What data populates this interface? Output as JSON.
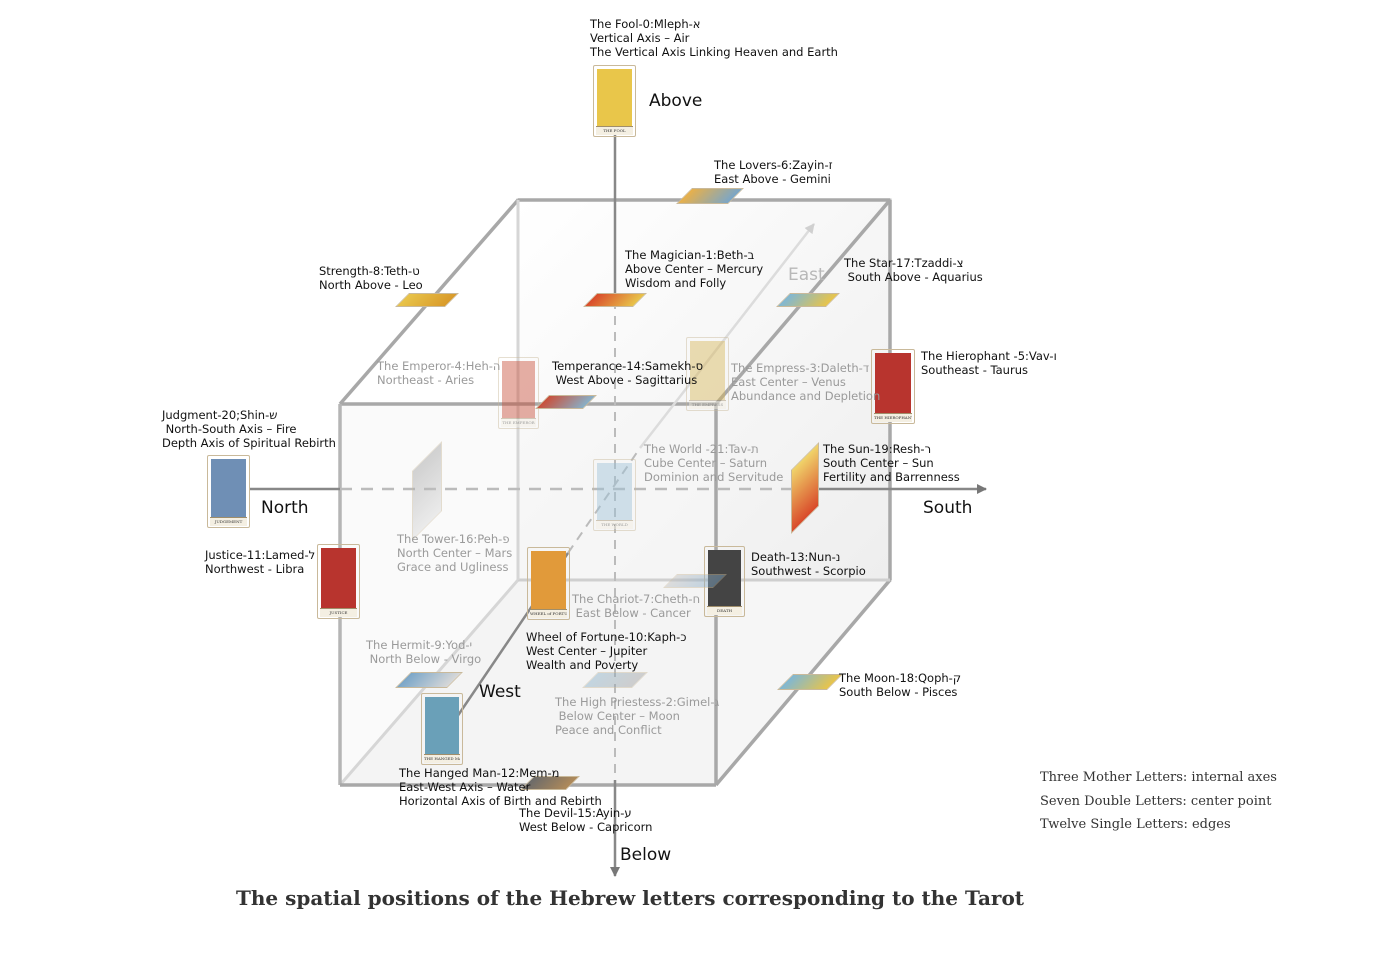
{
  "title": "The spatial positions of the Hebrew letters corresponding to the Tarot",
  "legend": [
    "Three Mother Letters: internal axes",
    "Seven Double Letters: center point",
    "Twelve Single Letters: edges"
  ],
  "directions": {
    "above": "Above",
    "below": "Below",
    "north": "North",
    "south": "South",
    "east": "East",
    "west": "West"
  },
  "labels": {
    "fool": {
      "lines": [
        "The Fool-0:Mleph-א",
        "Vertical Axis – Air",
        "The Vertical Axis Linking Heaven and Earth"
      ],
      "faint": false
    },
    "lovers": {
      "lines": [
        "The Lovers-6:Zayin-ז",
        "East Above - Gemini"
      ],
      "faint": false
    },
    "strength": {
      "lines": [
        "Strength-8:Teth-ט",
        "North Above - Leo"
      ],
      "faint": false
    },
    "magician": {
      "lines": [
        "The Magician-1:Beth-ב",
        "Above Center – Mercury",
        "Wisdom and Folly"
      ],
      "faint": false
    },
    "star": {
      "lines": [
        "The Star-17:Tzaddi-צ",
        " South Above - Aquarius"
      ],
      "faint": false
    },
    "emperor": {
      "lines": [
        "The Emperor-4:Heh-ה",
        "Northeast - Aries"
      ],
      "faint": true
    },
    "temperance": {
      "lines": [
        "Temperance-14:Samekh-ס",
        " West Above - Sagittarius"
      ],
      "faint": false
    },
    "empress": {
      "lines": [
        "The Empress-3:Daleth-ד",
        "East Center – Venus",
        "Abundance and Depletion"
      ],
      "faint": true
    },
    "hierophant": {
      "lines": [
        "The Hierophant -5:Vav-ו",
        "Southeast - Taurus"
      ],
      "faint": false
    },
    "judgment": {
      "lines": [
        "Judgment-20;Shin-ש",
        " North-South Axis – Fire",
        "Depth Axis of Spiritual Rebirth"
      ],
      "faint": false
    },
    "world": {
      "lines": [
        "The World -21:Tav-ת",
        "Cube Center – Saturn",
        "Dominion and Servitude"
      ],
      "faint": true
    },
    "sun": {
      "lines": [
        "The Sun-19:Resh-ר",
        "South Center – Sun",
        "Fertility and Barrenness"
      ],
      "faint": false
    },
    "tower": {
      "lines": [
        "The Tower-16:Peh-פ",
        "North Center – Mars",
        "Grace and Ugliness"
      ],
      "faint": true
    },
    "justice": {
      "lines": [
        "Justice-11:Lamed-ל",
        "Northwest - Libra"
      ],
      "faint": false
    },
    "death": {
      "lines": [
        "Death-13:Nun-נ",
        "Southwest - Scorpio"
      ],
      "faint": false
    },
    "chariot": {
      "lines": [
        "The Chariot-7:Cheth-ח",
        " East Below - Cancer"
      ],
      "faint": true
    },
    "wheel": {
      "lines": [
        "Wheel of Fortune-10:Kaph-כ",
        "West Center – Jupiter",
        "Wealth and Poverty"
      ],
      "faint": false
    },
    "hermit": {
      "lines": [
        "The Hermit-9:Yod-י",
        " North Below - Virgo"
      ],
      "faint": true
    },
    "priestess": {
      "lines": [
        "The High Priestess-2:Gimel-ג",
        " Below Center – Moon",
        "Peace and Conflict"
      ],
      "faint": true
    },
    "moon": {
      "lines": [
        "The Moon-18:Qoph-ק",
        "South Below - Pisces"
      ],
      "faint": false
    },
    "hanged": {
      "lines": [
        "The Hanged Man-12:Mem-מ",
        "East-West Axis – Water",
        "Horizontal Axis of Birth and Rebirth"
      ],
      "faint": false
    },
    "devil": {
      "lines": [
        "The Devil-15:Ayin-ע",
        "West Below - Capricorn"
      ],
      "faint": false
    }
  },
  "cards": {
    "fool": {
      "caption": "THE FOOL",
      "color": "#e9c64a"
    },
    "emperor": {
      "caption": "THE EMPEROR",
      "color": "#c9503a"
    },
    "empress": {
      "caption": "THE EMPRESS",
      "color": "#d8b75a"
    },
    "hierophant": {
      "caption": "THE HIEROPHANT",
      "color": "#b8342e"
    },
    "judgement": {
      "caption": "JUDGEMENT",
      "color": "#6f8fb5"
    },
    "world": {
      "caption": "THE WORLD",
      "color": "#9ec2d8"
    },
    "justice": {
      "caption": "JUSTICE",
      "color": "#b8342e"
    },
    "wheel": {
      "caption": "WHEEL of FORTUNE",
      "color": "#e19a3a"
    },
    "death": {
      "caption": "DEATH",
      "color": "#444444"
    },
    "hanged": {
      "caption": "THE HANGED MAN",
      "color": "#6aa0b8"
    }
  },
  "colors": {
    "cube_edge": "#a8a8a8",
    "axis": "#888888",
    "cube_face": "#f3f3f3"
  }
}
